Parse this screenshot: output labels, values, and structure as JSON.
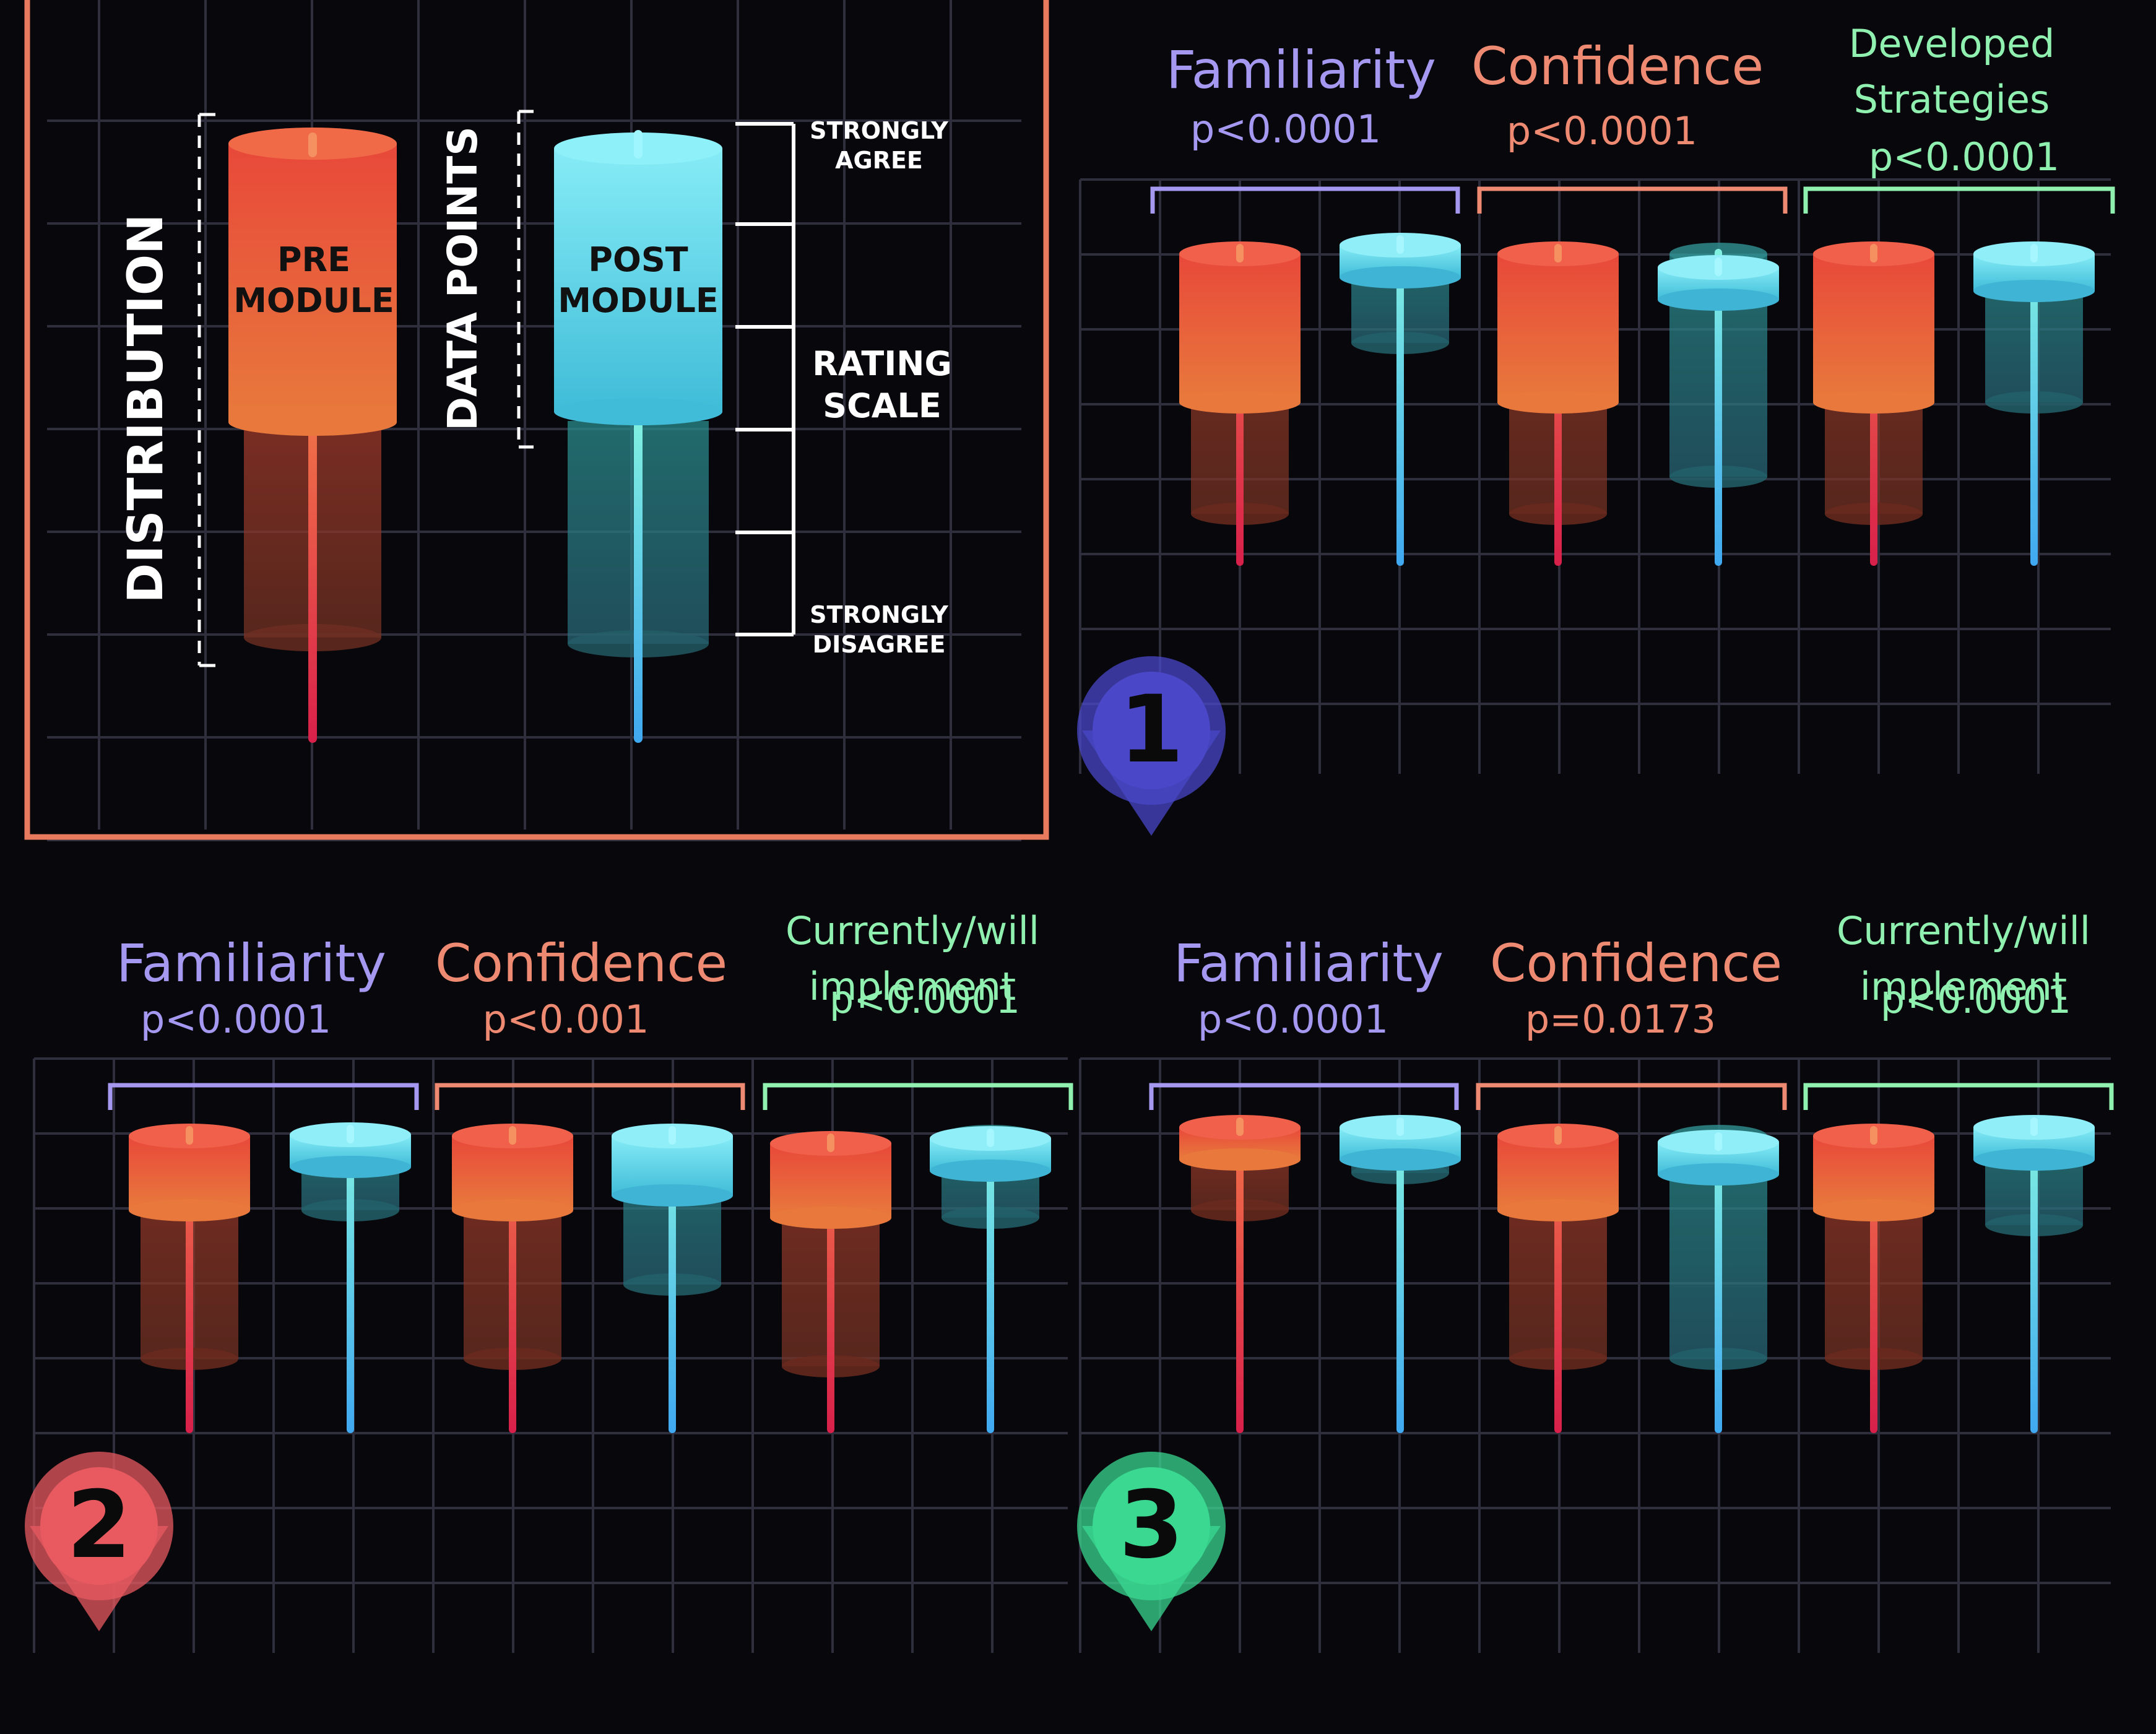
{
  "colors": {
    "background": "#07070c",
    "grid": "#2e2e3c",
    "legend_frame": "#e87a5e",
    "pre_top": "#f05a3e",
    "pre_bottom": "#e8783c",
    "post_top": "#7fe6f4",
    "post_bottom": "#46c0d8",
    "familiarity": "#a498f0",
    "confidence": "#ef8a72",
    "strategies": "#8ff0b0",
    "badge_1": "#4a48c8",
    "badge_2": "#e85a60",
    "badge_3": "#3ad890"
  },
  "legend": {
    "pre_label": [
      "PRE",
      "MODULE"
    ],
    "post_label": [
      "POST",
      "MODULE"
    ],
    "distribution_label": "DISTRIBUTION",
    "data_points_label": "DATA POINTS",
    "scale_top": [
      "STRONGLY",
      "AGREE"
    ],
    "scale_middle": [
      "RATING",
      "SCALE"
    ],
    "scale_bottom": [
      "STRONGLY",
      "DISAGREE"
    ]
  },
  "chart_data": [
    {
      "type": "box",
      "panel": "1",
      "y_scale_note": "5 = Strongly Agree, 1 = Strongly Disagree",
      "ylim": [
        0.2,
        5.2
      ],
      "groups": [
        {
          "title": [
            "Familiarity"
          ],
          "p_value": "p<0.0001",
          "color_key": "familiarity",
          "pre": {
            "min": 0.8,
            "q1": 1.5,
            "median": 3.0,
            "q3": 5.0,
            "max": 5.0
          },
          "post": {
            "min": 0.8,
            "q1": 3.8,
            "median": 4.8,
            "q3": 5.0,
            "max": 5.0
          }
        },
        {
          "title": [
            "Confidence"
          ],
          "p_value": "p<0.0001",
          "color_key": "confidence",
          "pre": {
            "min": 0.8,
            "q1": 1.5,
            "median": 3.0,
            "q3": 5.0,
            "max": 5.0
          },
          "post": {
            "min": 0.8,
            "q1": 2.0,
            "median": 4.6,
            "q3": 4.6,
            "max": 5.0
          }
        },
        {
          "title": [
            "Developed",
            "Strategies"
          ],
          "p_value": "p<0.0001",
          "color_key": "strategies",
          "pre": {
            "min": 0.8,
            "q1": 1.5,
            "median": 3.0,
            "q3": 5.0,
            "max": 5.0
          },
          "post": {
            "min": 0.8,
            "q1": 3.0,
            "median": 4.5,
            "q3": 5.0,
            "max": 5.0
          }
        }
      ]
    },
    {
      "type": "box",
      "panel": "2",
      "y_scale_note": "5 = Strongly Agree, 1 = Strongly Disagree",
      "ylim": [
        0.2,
        5.2
      ],
      "groups": [
        {
          "title": [
            "Familiarity"
          ],
          "p_value": "p<0.0001",
          "color_key": "familiarity",
          "pre": {
            "min": 1.0,
            "q1": 2.0,
            "median": 4.0,
            "q3": 5.0,
            "max": 5.0
          },
          "post": {
            "min": 1.0,
            "q1": 4.0,
            "median": 4.6,
            "q3": 5.0,
            "max": 5.0
          }
        },
        {
          "title": [
            "Confidence"
          ],
          "p_value": "p<0.001",
          "color_key": "confidence",
          "pre": {
            "min": 1.0,
            "q1": 2.0,
            "median": 4.0,
            "q3": 5.0,
            "max": 5.0
          },
          "post": {
            "min": 1.0,
            "q1": 3.0,
            "median": 4.2,
            "q3": 5.0,
            "max": 5.0
          }
        },
        {
          "title": [
            "Currently/will",
            "implement"
          ],
          "p_value": "p<0.0001",
          "color_key": "strategies",
          "pre": {
            "min": 1.0,
            "q1": 1.9,
            "median": 3.9,
            "q3": 4.9,
            "max": 4.9
          },
          "post": {
            "min": 1.0,
            "q1": 3.9,
            "median": 4.6,
            "q3": 4.9,
            "max": 5.0
          }
        }
      ]
    },
    {
      "type": "box",
      "panel": "3",
      "y_scale_note": "5 = Strongly Agree, 1 = Strongly Disagree",
      "ylim": [
        0.2,
        5.2
      ],
      "groups": [
        {
          "title": [
            "Familiarity"
          ],
          "p_value": "p<0.0001",
          "color_key": "familiarity",
          "pre": {
            "min": 1.0,
            "q1": 4.0,
            "median": 4.8,
            "q3": 5.0,
            "max": 5.0
          },
          "post": {
            "min": 1.0,
            "q1": 4.5,
            "median": 4.8,
            "q3": 5.0,
            "max": 5.0
          }
        },
        {
          "title": [
            "Confidence"
          ],
          "p_value": "p=0.0173",
          "color_key": "confidence",
          "pre": {
            "min": 1.0,
            "q1": 2.0,
            "median": 4.0,
            "q3": 5.0,
            "max": 5.0
          },
          "post": {
            "min": 1.0,
            "q1": 2.0,
            "median": 4.7,
            "q3": 4.7,
            "max": 5.0
          }
        },
        {
          "title": [
            "Currently/will",
            "implement"
          ],
          "p_value": "p<0.0001",
          "color_key": "strategies",
          "pre": {
            "min": 1.0,
            "q1": 2.0,
            "median": 4.0,
            "q3": 5.0,
            "max": 5.0
          },
          "post": {
            "min": 1.0,
            "q1": 3.8,
            "median": 4.8,
            "q3": 5.0,
            "max": 5.0
          }
        }
      ]
    }
  ]
}
